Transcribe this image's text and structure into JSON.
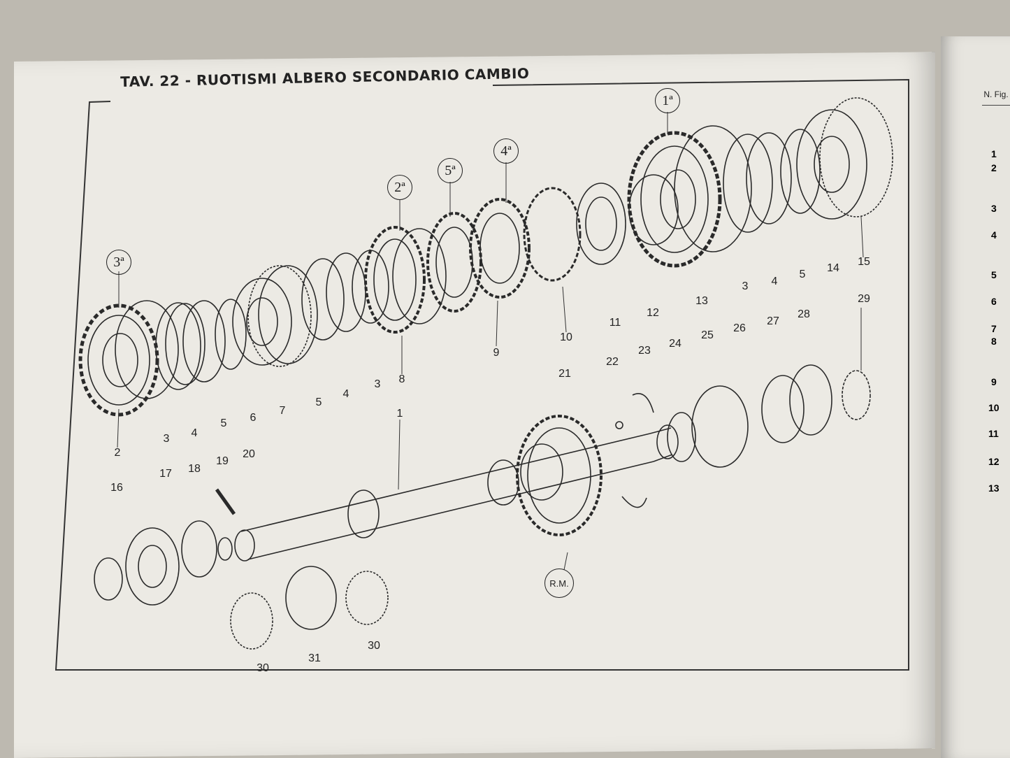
{
  "title": "TAV. 22 - RUOTISMI ALBERO SECONDARIO CAMBIO",
  "gear_labels": [
    "3ª",
    "2ª",
    "5ª",
    "4ª",
    "1ª",
    "R.M."
  ],
  "callouts_top": [
    "2",
    "3",
    "4",
    "5",
    "6",
    "7",
    "5",
    "4",
    "3",
    "8",
    "9",
    "10",
    "11",
    "12",
    "13",
    "3",
    "4",
    "5",
    "14",
    "15"
  ],
  "callouts_bottom": [
    "1",
    "16",
    "17",
    "18",
    "19",
    "20",
    "21",
    "22",
    "23",
    "24",
    "25",
    "26",
    "27",
    "28",
    "29",
    "30",
    "31",
    "30"
  ],
  "side_table": {
    "header": "N. Fig.",
    "numbers": [
      "1",
      "2",
      "3",
      "4",
      "5",
      "6",
      "7",
      "8",
      "9",
      "10",
      "11",
      "12",
      "13"
    ]
  }
}
